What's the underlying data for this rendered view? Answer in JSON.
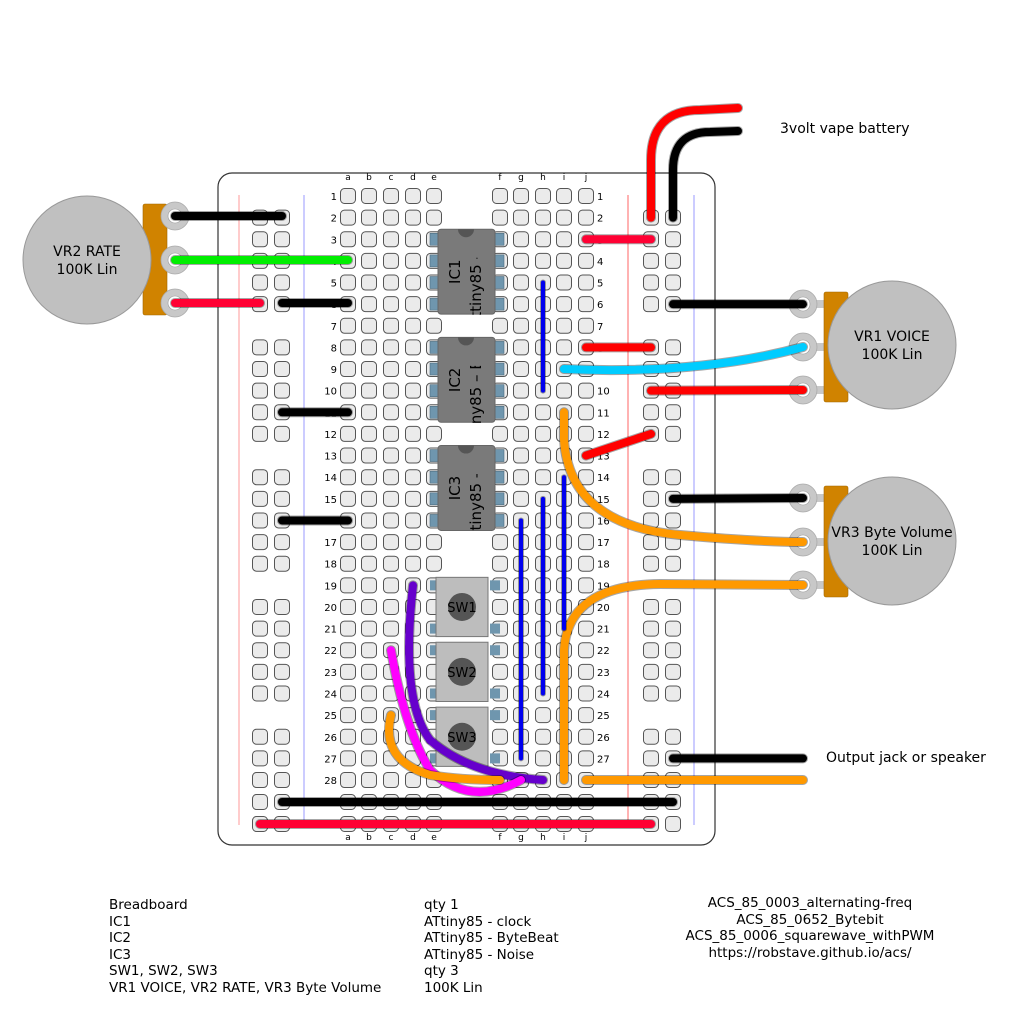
{
  "diagram": {
    "title": "ATtiny85 three-chip synth breadboard layout",
    "breadboard": {
      "column_letters_left": [
        "a",
        "b",
        "c",
        "d",
        "e"
      ],
      "column_letters_right": [
        "f",
        "g",
        "h",
        "i",
        "j"
      ],
      "row_count": 28
    },
    "chips": [
      {
        "id": "IC1",
        "label": "IC1",
        "sublabel": "ATtiny85 - clock",
        "visible_sublabel": "ttiny85 – clo",
        "top_row": 3
      },
      {
        "id": "IC2",
        "label": "IC2",
        "sublabel": "ATtiny85 - ByteBeat",
        "visible_sublabel": "ny85 – Byte",
        "top_row": 8
      },
      {
        "id": "IC3",
        "label": "IC3",
        "sublabel": "ATtiny85 - Noise",
        "visible_sublabel": "tiny85 – No",
        "top_row": 13
      }
    ],
    "switches": [
      {
        "id": "SW1",
        "label": "SW1",
        "top_row": 19
      },
      {
        "id": "SW2",
        "label": "SW2",
        "top_row": 22
      },
      {
        "id": "SW3",
        "label": "SW3",
        "top_row": 25
      }
    ],
    "pots": [
      {
        "id": "VR2",
        "line1": "VR2 RATE",
        "line2": "100K Lin",
        "side": "left"
      },
      {
        "id": "VR1",
        "line1": "VR1 VOICE",
        "line2": "100K Lin",
        "side": "right"
      },
      {
        "id": "VR3",
        "line1": "VR3 Byte Volume",
        "line2": "100K Lin",
        "side": "right"
      }
    ],
    "annotations": {
      "battery": "3volt vape battery",
      "output": "Output jack or speaker"
    },
    "colors": {
      "red_wire": "#ff0000",
      "rail_red_wire": "#ff0033",
      "black_wire": "#000000",
      "green_wire": "#00ee00",
      "blue_wire": "#0000ee",
      "cyan_wire": "#00ccff",
      "orange_wire": "#ff9900",
      "purple_wire": "#6600cc",
      "magenta_wire": "#ff00ff",
      "chip_body": "#7a7a7a",
      "chip_pin": "#6f96ae",
      "pot_body": "#c0c0c0",
      "pot_bracket": "#d08300",
      "hole_fill": "#ebebeb"
    }
  },
  "bom": {
    "parts": [
      "Breadboard",
      "IC1",
      "IC2",
      "IC3",
      "SW1, SW2, SW3",
      "VR1 VOICE, VR2 RATE, VR3 Byte Volume"
    ],
    "values": [
      "qty 1",
      "ATtiny85 - clock",
      "ATtiny85 - ByteBeat",
      "ATtiny85 - Noise",
      "qty 3",
      "100K Lin"
    ],
    "sketches": [
      "ACS_85_0003_alternating-freq",
      "ACS_85_0652_Bytebit",
      "ACS_85_0006_squarewave_withPWM",
      "https://robstave.github.io/acs/"
    ]
  }
}
